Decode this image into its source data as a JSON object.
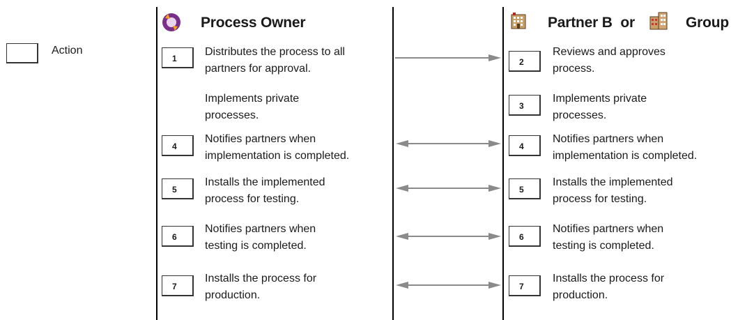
{
  "legend": {
    "label": "Action"
  },
  "owner": {
    "title": "Process Owner"
  },
  "partner": {
    "title_partner": "Partner B",
    "title_or": "or",
    "title_group": "Group"
  },
  "owner_steps": [
    {
      "num": "1",
      "text": "Distributes the process to all\npartners for approval."
    },
    {
      "num": "",
      "text": "Implements private\nprocesses."
    },
    {
      "num": "4",
      "text": "Notifies partners when\nimplementation is completed."
    },
    {
      "num": "5",
      "text": "Installs the implemented\nprocess for testing."
    },
    {
      "num": "6",
      "text": "Notifies partners when\ntesting is completed."
    },
    {
      "num": "7",
      "text": "Installs the process for\nproduction."
    }
  ],
  "partner_steps": [
    {
      "num": "2",
      "text": "Reviews and approves\nprocess."
    },
    {
      "num": "3",
      "text": "Implements private\nprocesses."
    },
    {
      "num": "4",
      "text": "Notifies partners when\nimplementation is completed."
    },
    {
      "num": "5",
      "text": "Installs the implemented\nprocess for testing."
    },
    {
      "num": "6",
      "text": "Notifies partners when\ntesting is completed."
    },
    {
      "num": "7",
      "text": "Installs the process for\nproduction."
    }
  ],
  "arrows": [
    {
      "from": "owner-1",
      "to": "partner-2",
      "direction": "one-way"
    },
    {
      "from": "owner-4",
      "to": "partner-4",
      "direction": "two-way"
    },
    {
      "from": "owner-5",
      "to": "partner-5",
      "direction": "two-way"
    },
    {
      "from": "owner-6",
      "to": "partner-6",
      "direction": "two-way"
    },
    {
      "from": "owner-7",
      "to": "partner-7",
      "direction": "two-way"
    }
  ],
  "icons": {
    "owner": "process-owner-cycle-icon",
    "partner": "partner-building-icon",
    "group": "group-buildings-icon"
  },
  "colors": {
    "owner_icon": "#7a2f8a",
    "arrow": "#8a8a8a"
  }
}
